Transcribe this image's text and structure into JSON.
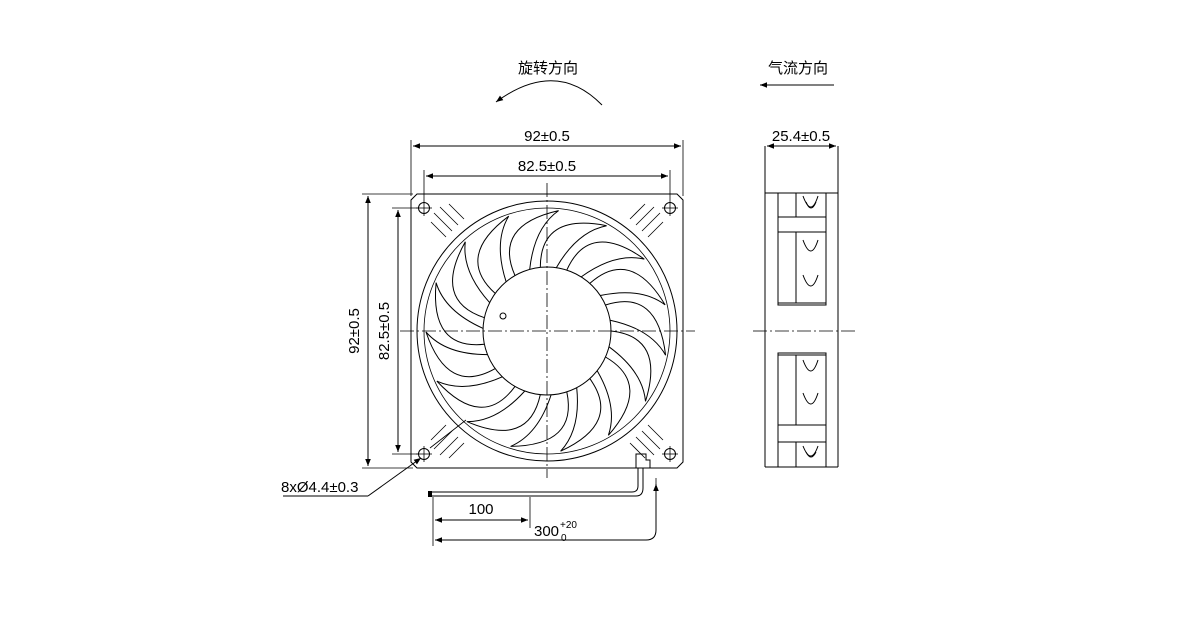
{
  "labels": {
    "rotation_direction": "旋转方向",
    "airflow_direction": "气流方向"
  },
  "dimensions": {
    "overall_width": "92±0.5",
    "hole_spacing_width": "82.5±0.5",
    "overall_height": "92±0.5",
    "hole_spacing_height": "82.5±0.5",
    "thickness": "25.4±0.5",
    "mounting_holes": "8xØ4.4±0.3",
    "lead_strip": "100",
    "lead_length_base": "300",
    "lead_tol_upper": "+20",
    "lead_tol_lower": "0"
  }
}
